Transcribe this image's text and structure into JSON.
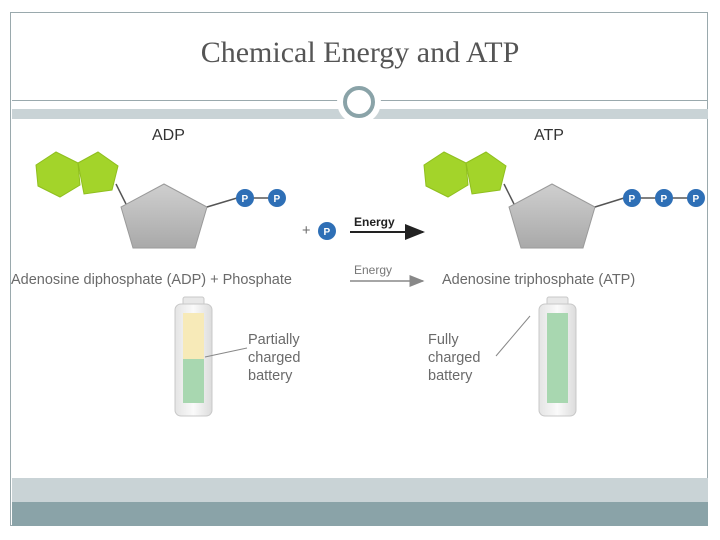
{
  "slide": {
    "title": "Chemical Energy and ATP"
  },
  "diagram": {
    "left_header": "ADP",
    "right_header": "ATP",
    "phosphate_symbol": "P",
    "plus": "+",
    "energy_top": "Energy",
    "energy_bottom": "Energy",
    "equation_left": "Adenosine diphosphate (ADP) + Phosphate",
    "equation_right": "Adenosine triphosphate (ATP)",
    "battery_left_label": [
      "Partially",
      "charged",
      "battery"
    ],
    "battery_right_label": [
      "Fully",
      "charged",
      "battery"
    ],
    "battery_left_charge_fraction": 0.5,
    "battery_right_charge_fraction": 1.0
  },
  "colors": {
    "adenine_green": "#a3d42a",
    "ribose_gray": "#bdbdbd",
    "phosphate_blue": "#2e6fb6",
    "battery_green": "#a8d7b0",
    "battery_yellow": "#f7eab8",
    "frame": "#9aa9ad",
    "footer_dark": "#8aa3a8",
    "footer_light": "#c9d3d6"
  }
}
